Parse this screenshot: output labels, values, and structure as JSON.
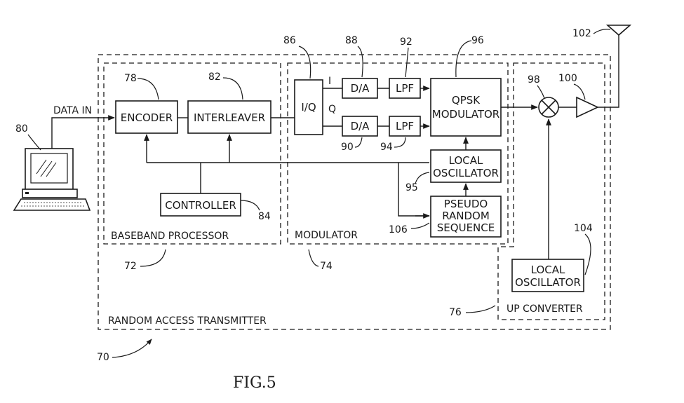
{
  "figure_label": "FIG.5",
  "signals": {
    "data_in": "DATA IN",
    "i": "I",
    "q": "Q"
  },
  "blocks": {
    "encoder": "ENCODER",
    "interleaver": "INTERLEAVER",
    "controller": "CONTROLLER",
    "iq": "I/Q",
    "da_i": "D/A",
    "da_q": "D/A",
    "lpf_i": "LPF",
    "lpf_q": "LPF",
    "qpsk": [
      "QPSK",
      "MODULATOR"
    ],
    "local_osc_mod": [
      "LOCAL",
      "OSCILLATOR"
    ],
    "prs": [
      "PSEUDO",
      "RANDOM",
      "SEQUENCE"
    ],
    "local_osc_up": [
      "LOCAL",
      "OSCILLATOR"
    ]
  },
  "regions": {
    "baseband": "BASEBAND  PROCESSOR",
    "modulator": "MODULATOR",
    "upconverter": "UP  CONVERTER",
    "transmitter": "RANDOM  ACCESS  TRANSMITTER"
  },
  "refs": {
    "r70": "70",
    "r72": "72",
    "r74": "74",
    "r76": "76",
    "r78": "78",
    "r80": "80",
    "r82": "82",
    "r84": "84",
    "r86": "86",
    "r88": "88",
    "r90": "90",
    "r92": "92",
    "r94": "94",
    "r95": "95",
    "r96": "96",
    "r98": "98",
    "r100": "100",
    "r102": "102",
    "r104": "104",
    "r106": "106"
  }
}
